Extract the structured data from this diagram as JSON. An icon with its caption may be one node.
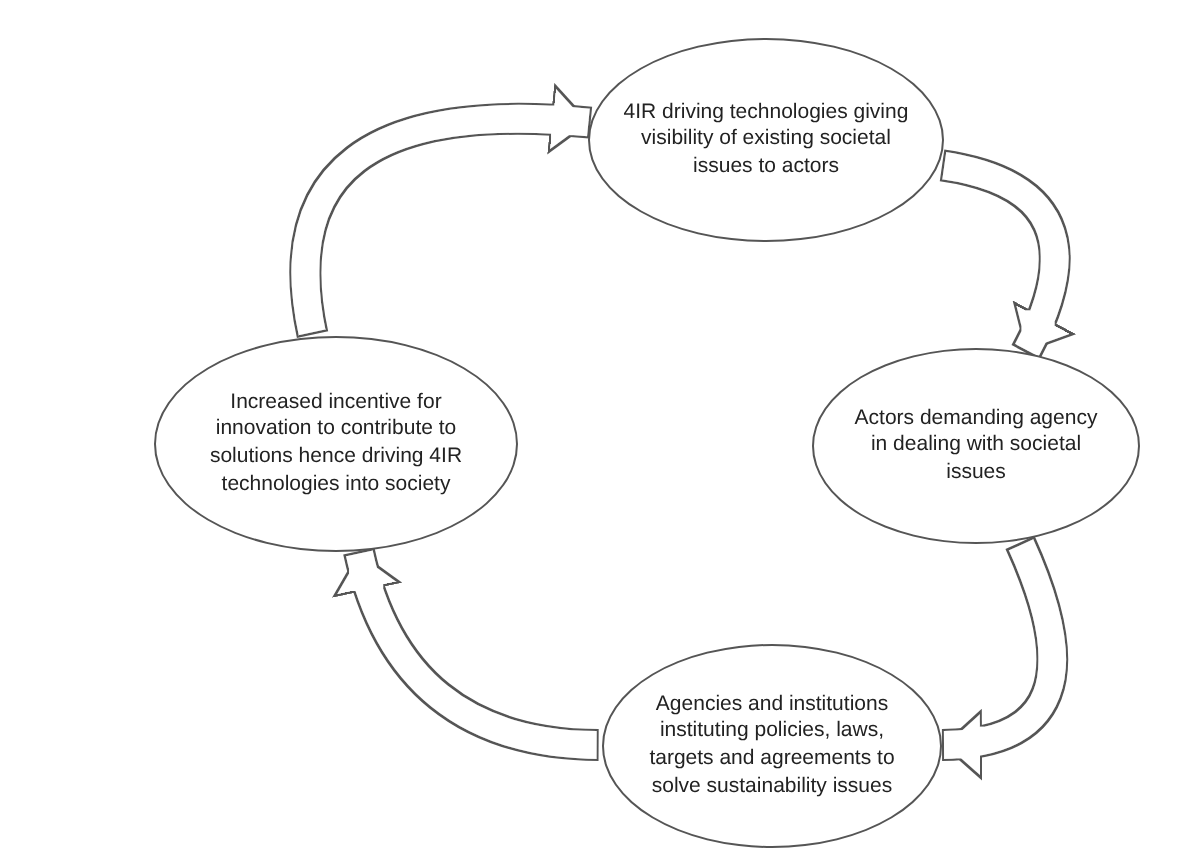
{
  "diagram": {
    "nodes": [
      {
        "text": [
          "4IR driving technologies giving visibility of existing societal issues to actors"
        ]
      },
      {
        "text": [
          "Increased incentive for innovation to contribute to solutions hence driving 4IR technologies into society"
        ]
      },
      {
        "text": [
          "Actors demanding agency in dealing with societal issues"
        ]
      },
      {
        "text": [
          "Agencies and institutions instituting policies, laws, targets and agreements to solve sustainability issues"
        ]
      }
    ],
    "edges": [
      {
        "from": 0,
        "to": 2,
        "arrow": "to"
      },
      {
        "from": 2,
        "to": 3,
        "arrow": "to"
      },
      {
        "from": 3,
        "to": 1,
        "arrow": "to"
      },
      {
        "from": 1,
        "to": 0,
        "arrow": "to"
      }
    ]
  }
}
